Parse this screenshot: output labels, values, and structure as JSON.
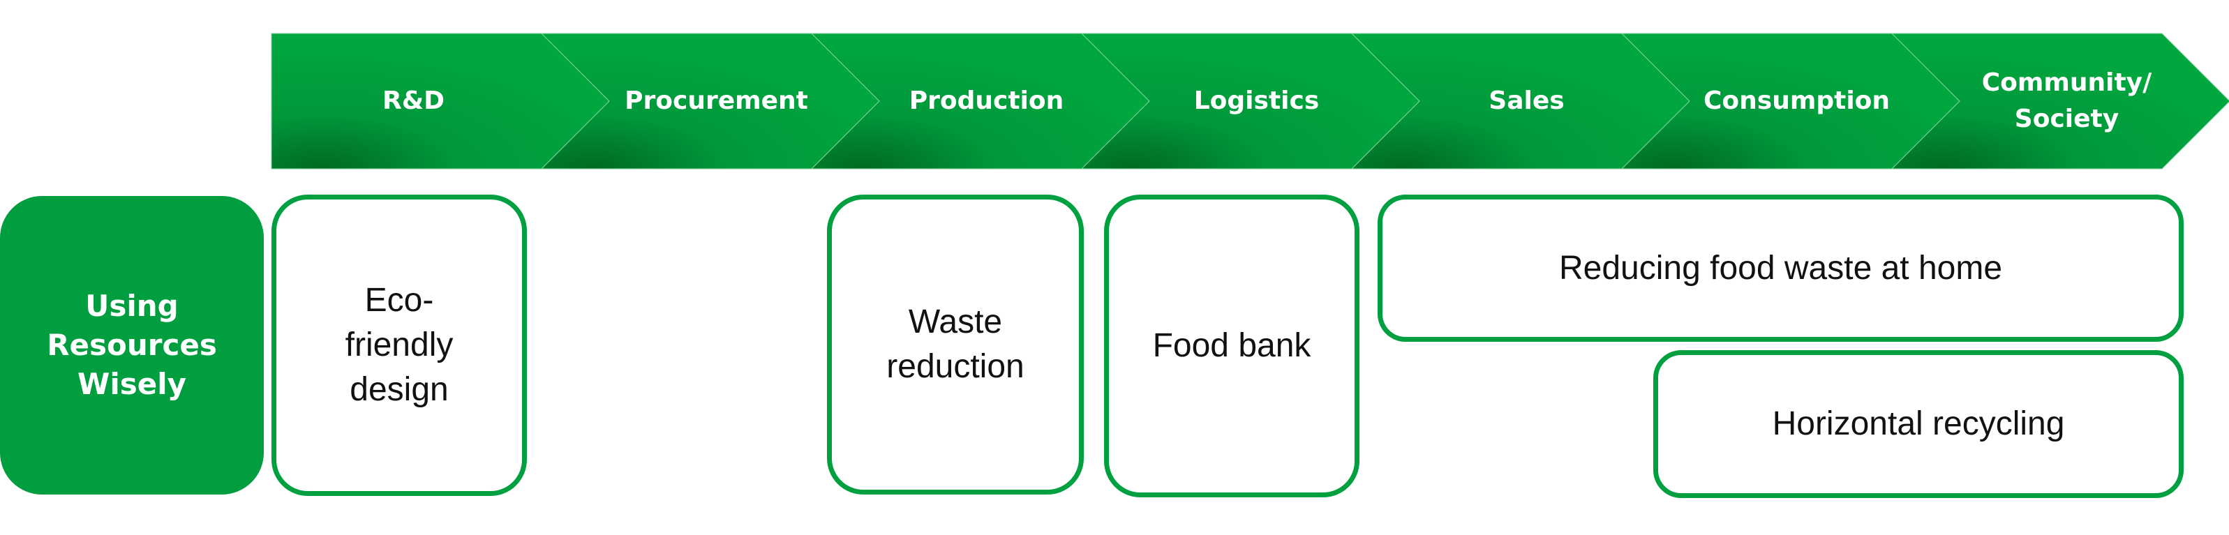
{
  "value_chain": {
    "stages": [
      {
        "label": "R&D"
      },
      {
        "label": "Procurement"
      },
      {
        "label": "Production"
      },
      {
        "label": "Logistics"
      },
      {
        "label": "Sales"
      },
      {
        "label": "Consumption"
      },
      {
        "label": "Community/\nSociety"
      }
    ],
    "colors": {
      "light": "#00a63e",
      "dark": "#006a22"
    }
  },
  "category": {
    "label": "Using\nResources\nWisely",
    "color": "#009e3f"
  },
  "initiatives": [
    {
      "label": "Eco-\nfriendly\ndesign"
    },
    {
      "label": "Waste\nreduction"
    },
    {
      "label": "Food bank"
    },
    {
      "label": "Reducing food waste at home"
    },
    {
      "label": "Horizontal recycling"
    }
  ],
  "border_color": "#00a040"
}
